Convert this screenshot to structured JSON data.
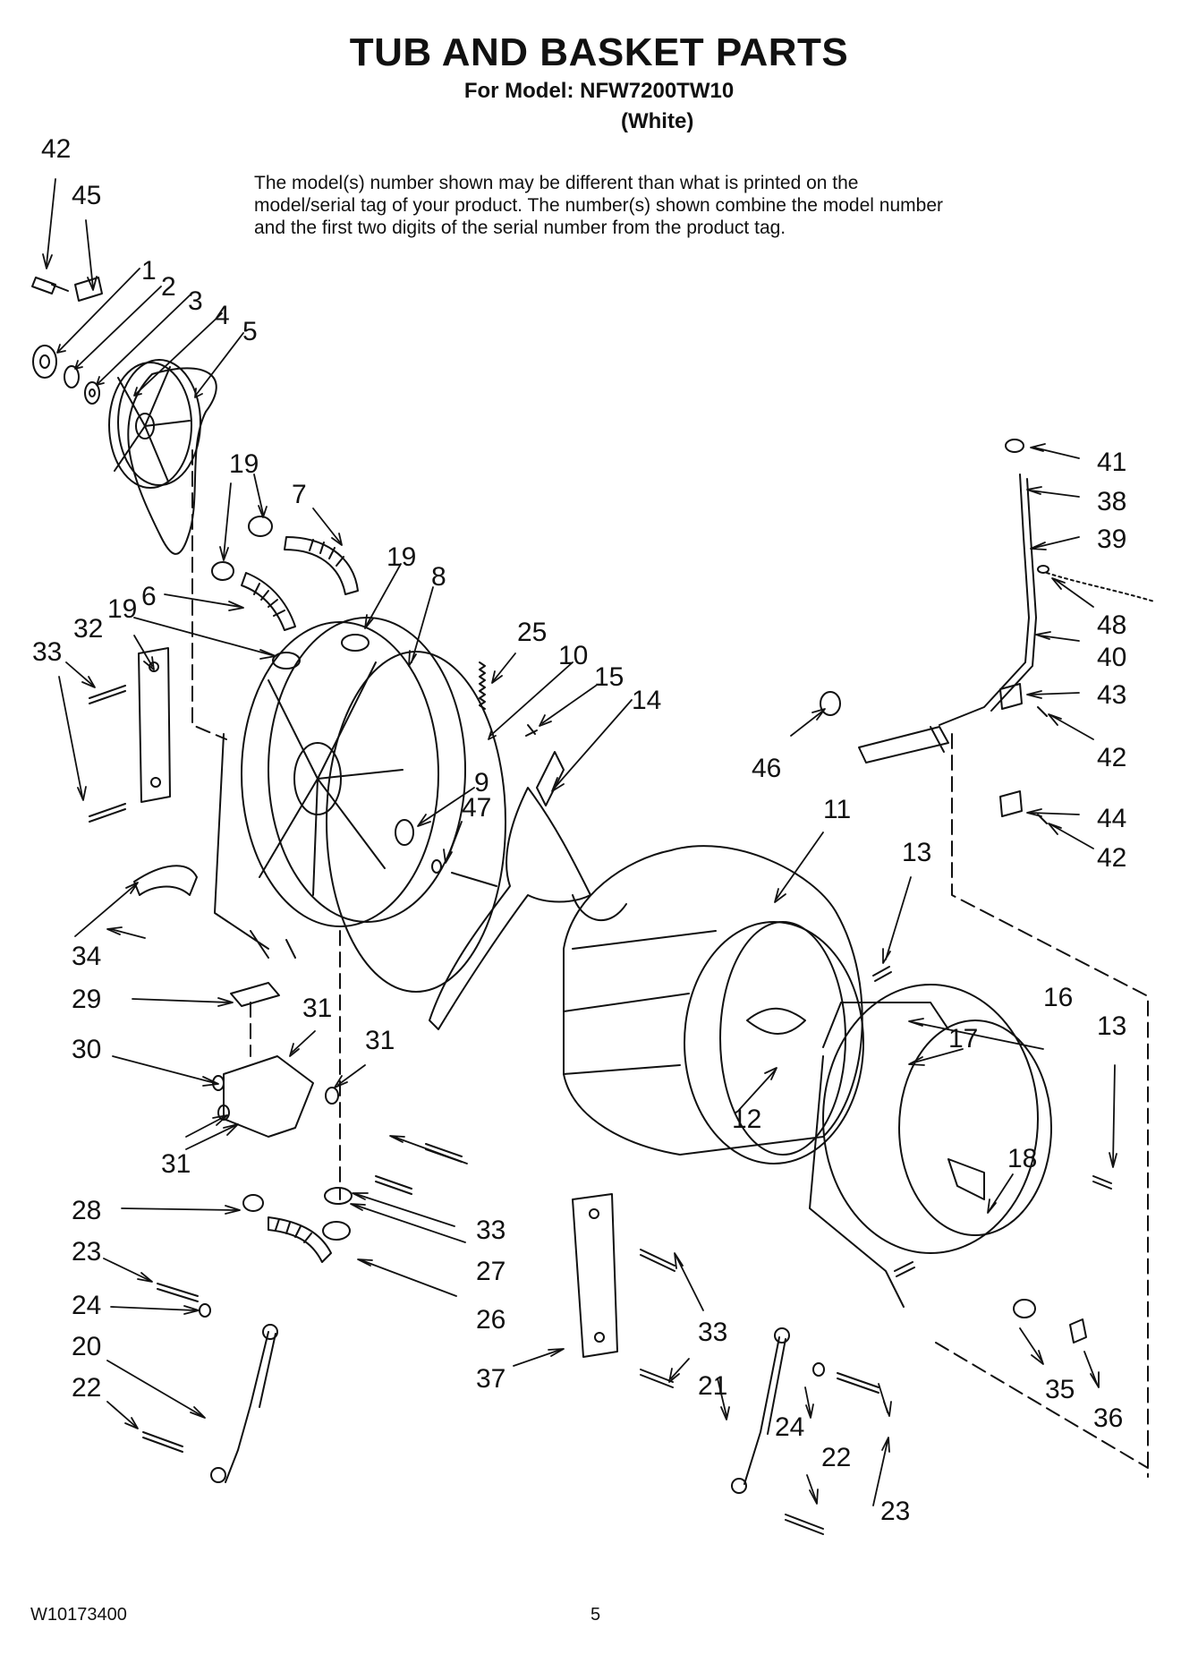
{
  "header": {
    "title": "TUB AND BASKET PARTS",
    "model_line": "For Model: NFW7200TW10",
    "color_line": "(White)"
  },
  "note": "The model(s) number shown may be different than what is printed on the model/serial tag of your product. The number(s) shown combine the model number and the first two digits of the serial number from the product tag.",
  "footer": {
    "document_id": "W10173400",
    "page_number": "5"
  },
  "callouts": [
    "42",
    "45",
    "1",
    "2",
    "3",
    "4",
    "5",
    "19",
    "7",
    "19",
    "8",
    "6",
    "19",
    "32",
    "33",
    "25",
    "10",
    "15",
    "14",
    "9",
    "47",
    "41",
    "38",
    "39",
    "48",
    "40",
    "43",
    "42",
    "46",
    "44",
    "42",
    "11",
    "13",
    "34",
    "29",
    "31",
    "30",
    "31",
    "31",
    "16",
    "13",
    "17",
    "12",
    "18",
    "28",
    "33",
    "27",
    "23",
    "26",
    "24",
    "33",
    "20",
    "37",
    "21",
    "22",
    "24",
    "22",
    "35",
    "36",
    "23"
  ],
  "colors": {
    "ink": "#111111",
    "paper": "#ffffff"
  }
}
